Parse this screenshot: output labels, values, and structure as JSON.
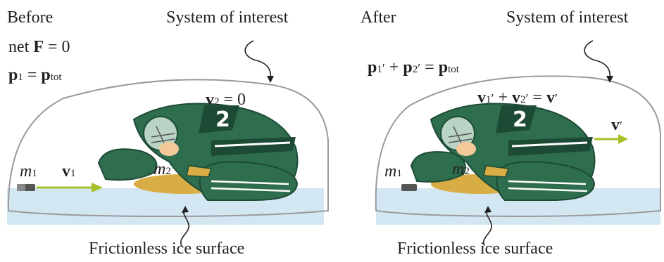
{
  "before": {
    "heading": "Before",
    "system_label": "System of interest",
    "condition_1": {
      "prefix": "net ",
      "symbol": "F",
      "suffix": " = 0"
    },
    "condition_2": {
      "lhs_symbol": "p",
      "lhs_sub": "1",
      "eq": " = ",
      "rhs_symbol": "p",
      "rhs_sub": "tot"
    },
    "goalie_velocity": {
      "symbol": "v",
      "sub": "2",
      "rest": " = 0"
    },
    "puck_mass": {
      "symbol": "m",
      "sub": "1"
    },
    "goalie_mass": {
      "symbol": "m",
      "sub": "2"
    },
    "puck_velocity": {
      "symbol": "v",
      "sub": "1"
    },
    "surface_label": "Frictionless ice surface"
  },
  "after": {
    "heading": "After",
    "system_label": "System of interest",
    "momentum_eq": {
      "a": "p",
      "a_sub": "1",
      "a_prime": "′",
      "plus": " + ",
      "b": "p",
      "b_sub": "2",
      "b_prime": "′",
      "eq": " = ",
      "c": "p",
      "c_sub": "tot"
    },
    "velocity_eq": {
      "a": "v",
      "a_sub": "1",
      "a_prime": "′",
      "plus": " + ",
      "b": "v",
      "b_sub": "2",
      "b_prime": "′",
      "eq": " = ",
      "c": "v",
      "c_prime": "′"
    },
    "final_velocity": {
      "symbol": "v",
      "prime": "′"
    },
    "puck_mass": {
      "symbol": "m",
      "sub": "1"
    },
    "goalie_mass": {
      "symbol": "m",
      "sub": "2"
    },
    "surface_label": "Frictionless ice surface"
  },
  "colors": {
    "jersey": "#2e6e4f",
    "jersey_dark": "#1d4a35",
    "arrow": "#a7c02a",
    "ice": "#d3e7f3",
    "outline": "#9a9a9a",
    "skin": "#f4c99a",
    "pants_yellow": "#d8ad45"
  },
  "icons": [
    "puck-icon",
    "goalie-icon",
    "squiggle-arrow-icon"
  ]
}
